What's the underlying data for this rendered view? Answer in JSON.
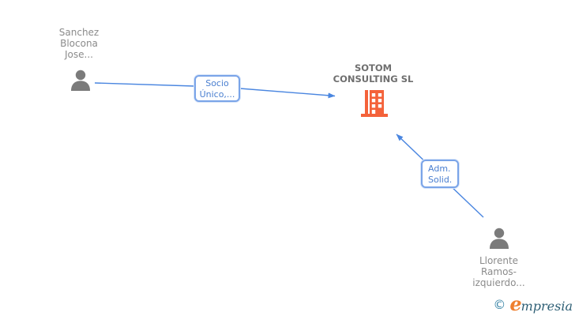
{
  "diagram": {
    "person1": {
      "lines": [
        "Sanchez",
        "Blocona",
        "Jose..."
      ]
    },
    "company": {
      "lines": [
        "SOTOM",
        "CONSULTING SL"
      ]
    },
    "person2": {
      "lines": [
        "Llorente",
        "Ramos-",
        "izquierdo..."
      ]
    },
    "edge1": {
      "label_lines": [
        "Socio",
        "Único,..."
      ]
    },
    "edge2": {
      "label_lines": [
        "Adm.",
        "Solid."
      ]
    },
    "icons": [
      "person-icon",
      "person-icon",
      "building-icon"
    ]
  },
  "colors": {
    "edge_blue": "#4a86e0",
    "label_border": "#7aa4e8",
    "label_text": "#4a7fd0",
    "person_gray": "#7b7b7b",
    "name_text": "#8b8b8b",
    "company_text": "#6f6f6f",
    "building_orange": "#f4623a",
    "logo_teal": "#3d87a8",
    "logo_dark_teal": "#2e5f75",
    "logo_orange": "#ef7f2e"
  },
  "footer": {
    "copyright_symbol": "©",
    "brand_initial": "e",
    "brand_rest": "mpresia"
  }
}
